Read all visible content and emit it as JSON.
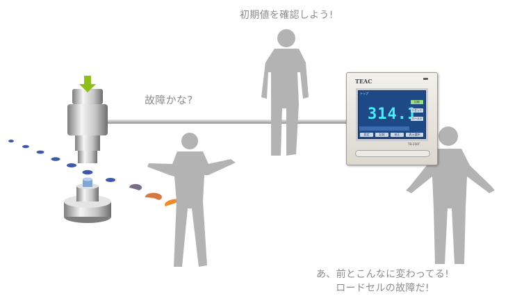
{
  "captions": {
    "top": "初期値を確認しよう!",
    "middle": "故障かな?",
    "bottom_line1": "あ、前とこんなに変わってる!",
    "bottom_line2": "ロードセルの故障だ!"
  },
  "indicator": {
    "brand": "TEAC",
    "model": "TD-250T",
    "screen": {
      "title": "トップ",
      "value": "314.1",
      "buttons": [
        "比較",
        "リセット",
        "ホールド"
      ],
      "footer_buttons": [
        "設定",
        "記録",
        "校正",
        "表示選択"
      ]
    }
  },
  "colors": {
    "figure": "#b3b3b3",
    "cable": "#c8c8c8",
    "arrow": "#8fbf1a",
    "screen": "#1d4a86",
    "digits": "#46f0ff",
    "fragments": "#f08a2a"
  },
  "icons": [
    "down-arrow-icon",
    "load-cell-icon",
    "person-figure",
    "broken-pie-icon"
  ]
}
